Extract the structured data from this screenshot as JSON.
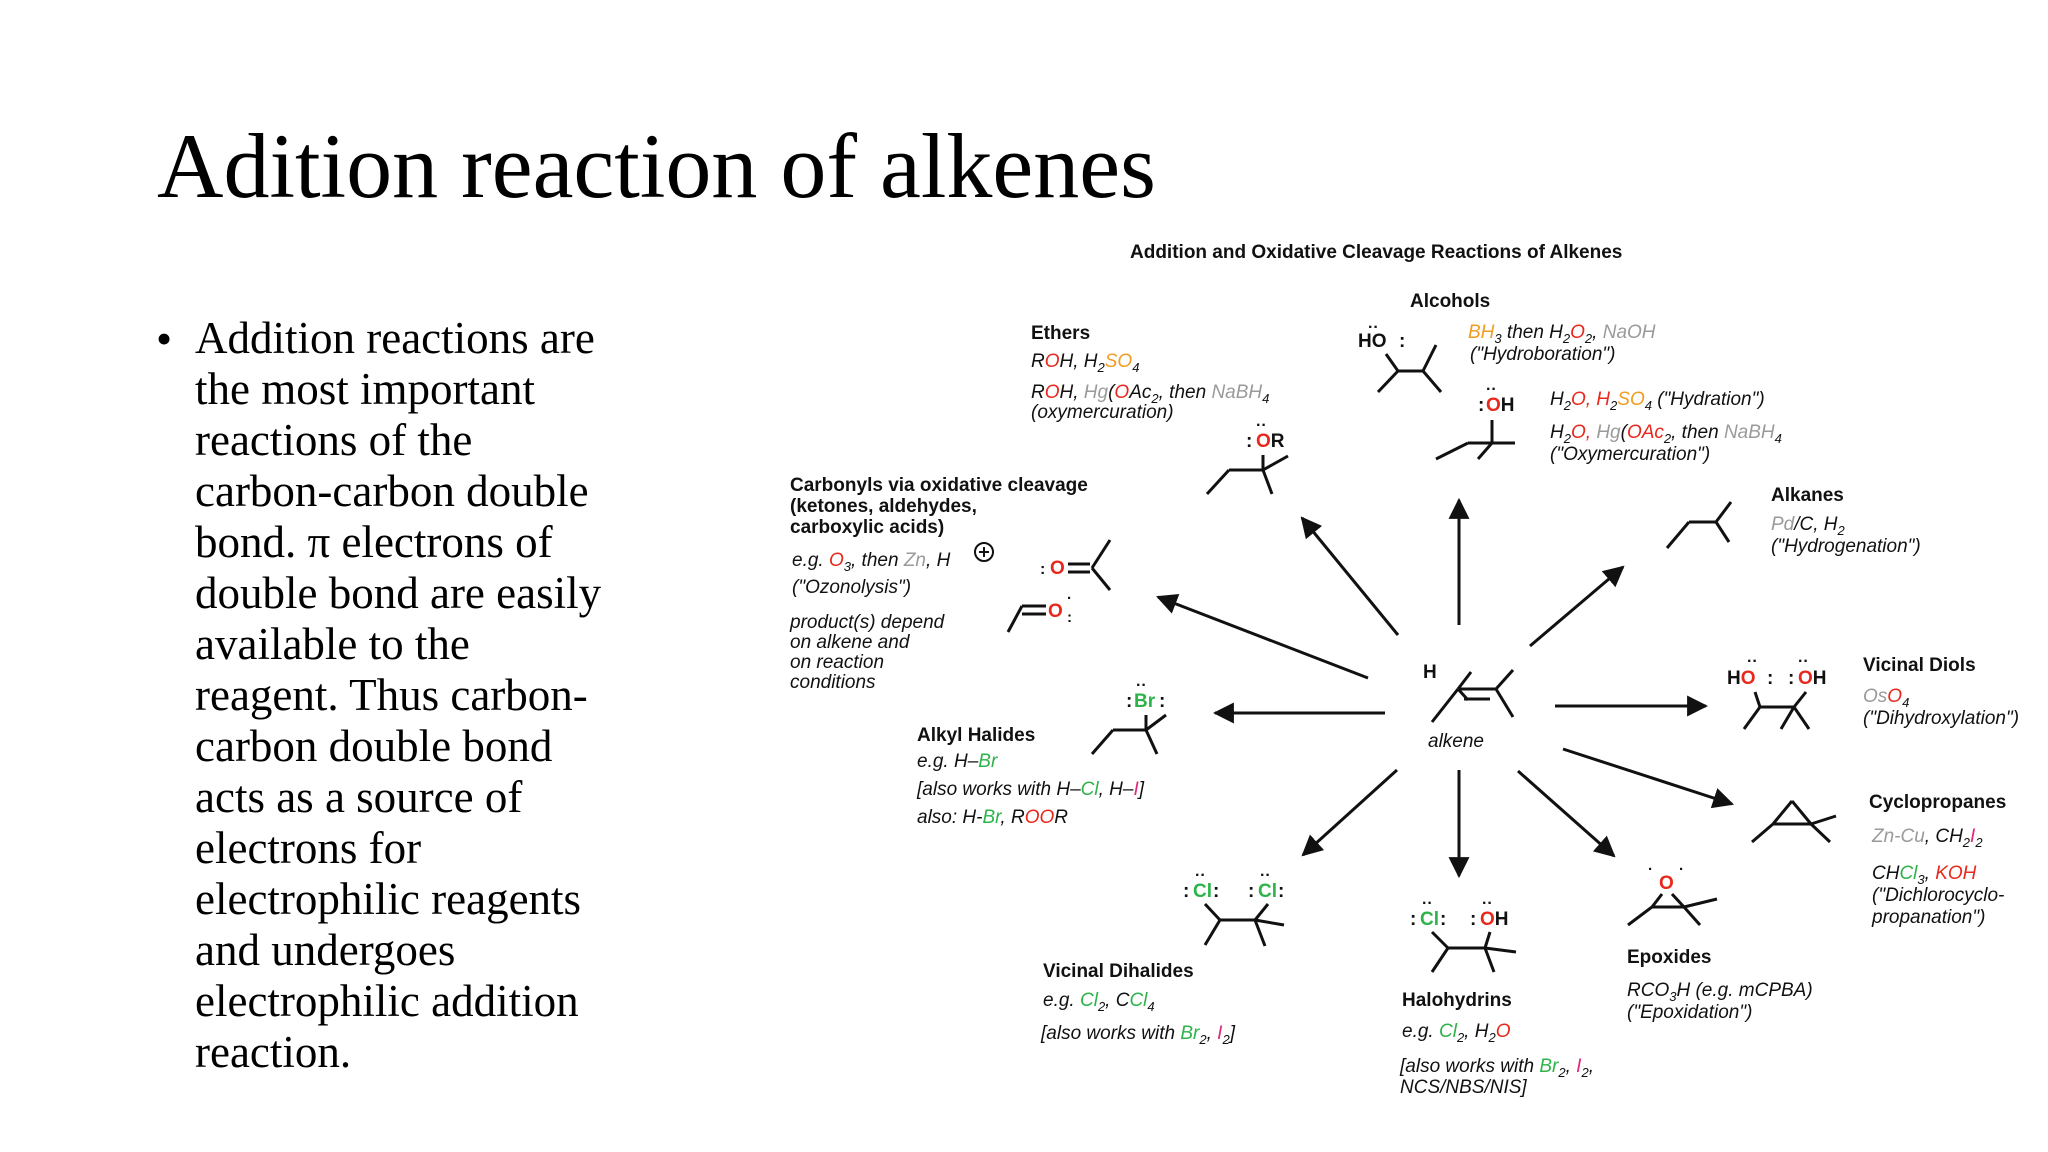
{
  "slide": {
    "title": "Adition reaction of alkenes",
    "bullet_lines": [
      "Addition reactions are",
      "the most important",
      "reactions of the",
      "carbon-carbon double",
      "bond. π electrons of",
      "double bond are easily",
      "available to the",
      "reagent. Thus carbon-",
      "carbon double bond",
      "acts as a source of",
      "electrons for",
      "electrophilic reagents",
      "and undergoes",
      "electrophilic addition",
      "reaction."
    ]
  },
  "diagram": {
    "title": "Addition and Oxidative Cleavage Reactions of Alkenes",
    "colors": {
      "red": "#e8281c",
      "orange": "#f29c1f",
      "gray": "#9a9a9a",
      "green": "#2db34a",
      "magenta": "#e0267d",
      "ink": "#111111"
    },
    "center": {
      "h": "H",
      "label": "alkene"
    },
    "alcohols": {
      "heading": "Alcohols",
      "ho": "HO",
      "oh": "OH",
      "line1": [
        "BH",
        "3",
        " then H",
        "2",
        "O",
        "2",
        ", ",
        "NaOH"
      ],
      "line1b": "(\"Hydroboration\")",
      "line2": [
        "H",
        "2",
        "O, H",
        "2",
        "SO",
        "4",
        " (\"Hydration\")"
      ],
      "line3": [
        "H",
        "2",
        "O, ",
        "Hg",
        "(",
        "OAc",
        "2",
        ", then ",
        "NaBH",
        "4"
      ],
      "line3b": "(\"Oxymercuration\")"
    },
    "ethers": {
      "heading": "Ethers",
      "line1": [
        "R",
        "O",
        "H, H",
        "2",
        "SO",
        "4"
      ],
      "line2": [
        "R",
        "O",
        "H, ",
        "Hg",
        "(",
        "O",
        "Ac",
        "2",
        ", then ",
        "NaBH",
        "4"
      ],
      "line2b": "(oxymercuration)",
      "or": "OR"
    },
    "carbonyls": {
      "heading1": "Carbonyls via oxidative cleavage",
      "heading2": "(ketones, aldehydes,",
      "heading3": "carboxylic acids)",
      "line1": [
        "e.g. ",
        "O",
        "3",
        ", then ",
        "Zn",
        ", H"
      ],
      "line1b": "(\"Ozonolysis\")",
      "note1": "product(s) depend",
      "note2": "on alkene and",
      "note3": "on reaction",
      "note4": "conditions",
      "o": "O"
    },
    "alkanes": {
      "heading": "Alkanes",
      "line1": [
        "Pd",
        "/C, H",
        "2"
      ],
      "line1b": "(\"Hydrogenation\")"
    },
    "diols": {
      "heading": "Vicinal Diols",
      "line1": [
        "Os",
        "O",
        "4"
      ],
      "line1b": "(\"Dihydroxylation\")",
      "ho": "HO",
      "oh": "OH"
    },
    "halides": {
      "heading": "Alkyl Halides",
      "br": "Br",
      "line1": [
        "e.g. H–",
        "Br"
      ],
      "line2": [
        "[also works with H–",
        "Cl",
        ", H–",
        "I",
        "]"
      ],
      "line3": [
        "also: H-",
        "Br",
        ", R",
        "O",
        "O",
        "R"
      ]
    },
    "cyclopropanes": {
      "heading": "Cyclopropanes",
      "line1": [
        "Zn-Cu",
        ", CH",
        "2",
        "I",
        "2"
      ],
      "line2": [
        "CH",
        "Cl",
        "3",
        ", ",
        "KOH"
      ],
      "line2b": "(\"Dichlorocyclo-",
      "line2c": "propanation\")"
    },
    "dihalides": {
      "heading": "Vicinal Dihalides",
      "cl": "Cl",
      "line1": [
        "e.g. ",
        "Cl",
        "2",
        ", C",
        "Cl",
        "4"
      ],
      "line2": [
        "[also works with ",
        "Br",
        "2",
        ", ",
        "I",
        "2",
        "]"
      ]
    },
    "halohydrins": {
      "heading": "Halohydrins",
      "cl": "Cl",
      "oh": "OH",
      "line1": [
        "e.g. ",
        "Cl",
        "2",
        ", H",
        "2",
        "O"
      ],
      "line2": [
        "[also works with ",
        "Br",
        "2",
        ", ",
        "I",
        "2",
        ","
      ],
      "line2b": "NCS/NBS/NIS]"
    },
    "epoxides": {
      "heading": "Epoxides",
      "o": "O",
      "line1": [
        "RCO",
        "3",
        "H (e.g. mCPBA)"
      ],
      "line1b": "(\"Epoxidation\")"
    }
  }
}
